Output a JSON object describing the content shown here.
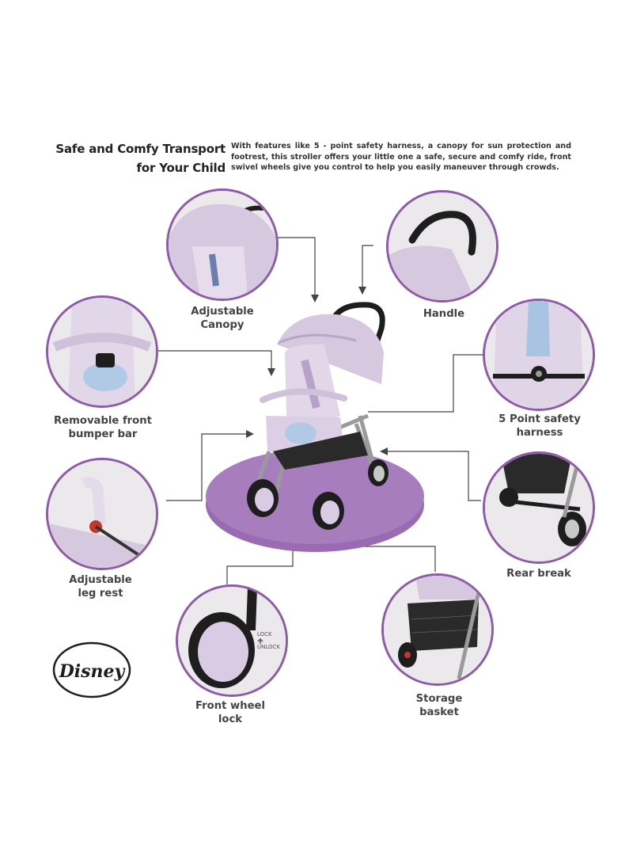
{
  "header": {
    "title_line1": "Safe and Comfy Transport",
    "title_line2": "for Your Child",
    "description": "With features like 5 - point safety harness, a canopy for  sun protection and footrest, this stroller offers your little one a safe, secure and comfy ride, front swivel wheels give you control to help you easily maneuver through crowds."
  },
  "features": {
    "canopy": {
      "line1": "Adjustable",
      "line2": "Canopy"
    },
    "handle": {
      "line1": "Handle",
      "line2": ""
    },
    "bumper": {
      "line1": "Removable front",
      "line2": "bumper bar"
    },
    "harness": {
      "line1": "5 Point safety",
      "line2": "harness"
    },
    "legrest": {
      "line1": "Adjustable",
      "line2": "leg rest"
    },
    "rear_brake": {
      "line1": "Rear break",
      "line2": ""
    },
    "wheel_lock": {
      "line1": "Front wheel",
      "line2": "lock"
    },
    "basket": {
      "line1": "Storage",
      "line2": "basket"
    }
  },
  "wheel_lock_marks": {
    "lock": "LOCK",
    "unlock": "UNLOCK"
  },
  "brand": {
    "logo_text": "Disney"
  },
  "colors": {
    "accent_purple": "#8e5ba8",
    "platform_purple": "#9a6bb2",
    "fabric_lilac": "#d6c8df",
    "frame_black": "#1e1e1e"
  }
}
